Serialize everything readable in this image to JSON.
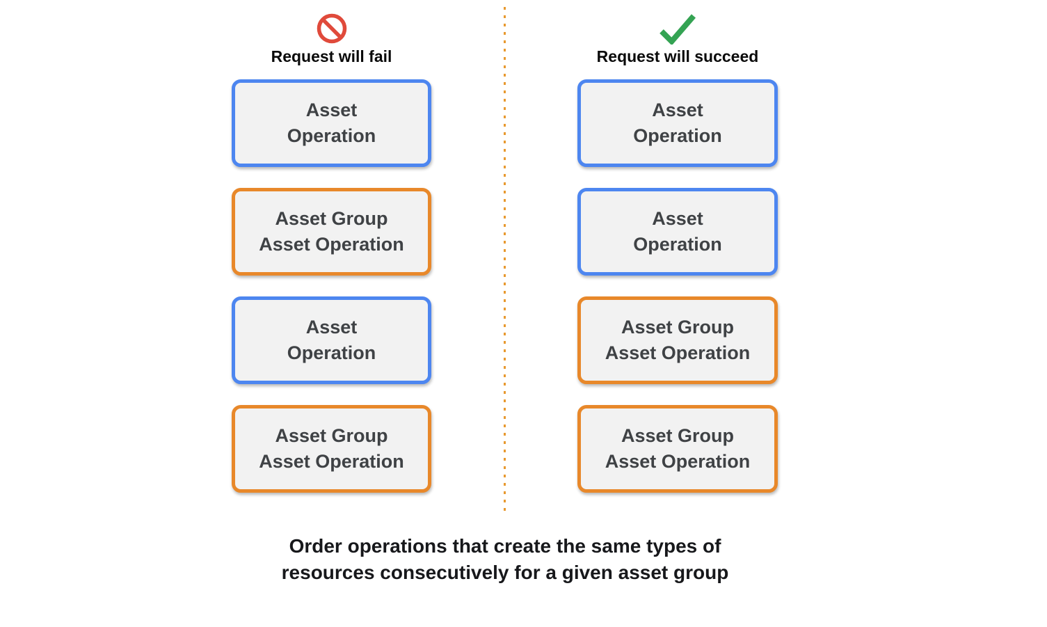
{
  "columns": [
    {
      "label": "Request will fail",
      "icon": "prohibition-icon",
      "boxes": [
        {
          "type": "asset-op",
          "label": "Asset\nOperation"
        },
        {
          "type": "asset-group-op",
          "label": "Asset Group\nAsset Operation"
        },
        {
          "type": "asset-op",
          "label": "Asset\nOperation"
        },
        {
          "type": "asset-group-op",
          "label": "Asset Group\nAsset Operation"
        }
      ]
    },
    {
      "label": "Request will succeed",
      "icon": "check-icon",
      "boxes": [
        {
          "type": "asset-op",
          "label": "Asset\nOperation"
        },
        {
          "type": "asset-op",
          "label": "Asset\nOperation"
        },
        {
          "type": "asset-group-op",
          "label": "Asset Group\nAsset Operation"
        },
        {
          "type": "asset-group-op",
          "label": "Asset Group\nAsset Operation"
        }
      ]
    }
  ],
  "caption": "Order operations that create the same types of\nresources consecutively for a given asset group",
  "colors": {
    "asset-op-border": "#4d86f0",
    "asset-group-op-border": "#e8882a",
    "box-bg": "#f2f2f2",
    "box-text": "#3f4245",
    "fail-icon": "#e04a3b",
    "success-icon": "#34a353",
    "divider": "#e8992f",
    "heading-text": "#0a0a0a",
    "caption-text": "#17181b"
  }
}
